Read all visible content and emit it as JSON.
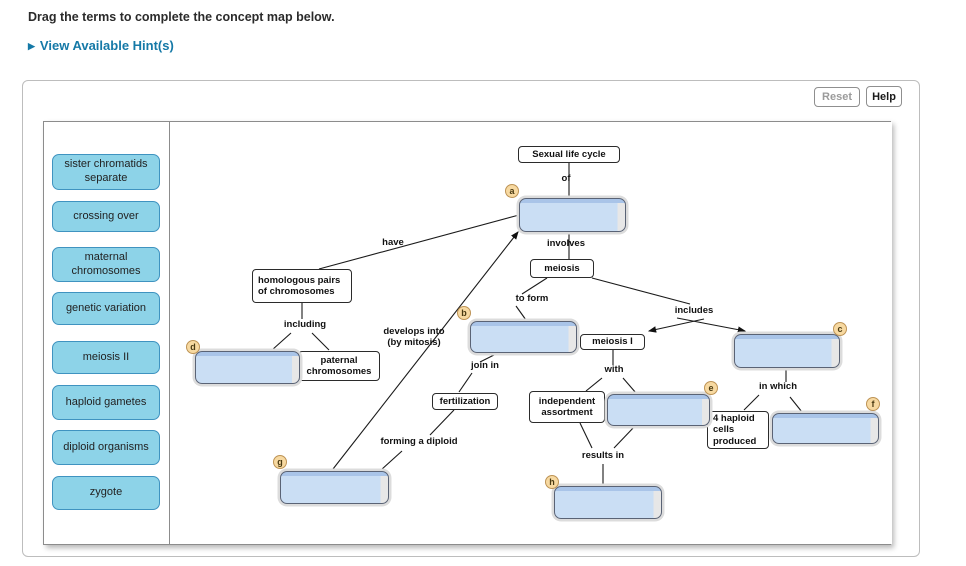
{
  "instruction": "Drag the terms to complete the concept map below.",
  "hint": {
    "arrow_icon": "▶",
    "label": "View Available Hint(s)"
  },
  "toolbar": {
    "reset_label": "Reset",
    "help_label": "Help"
  },
  "colors": {
    "hint_link": "#1579a7",
    "term_fill": "#8dd3e8",
    "term_border": "#3f93c0",
    "blank_fill": "#cadef4",
    "blank_band": "#a9c4e8",
    "badge_fill": "#f7d9a1"
  },
  "sidebar": {
    "terms": [
      "sister chromatids separate",
      "crossing over",
      "maternal chromosomes",
      "genetic variation",
      "meiosis II",
      "haploid gametes",
      "diploid organisms",
      "zygote"
    ]
  },
  "map": {
    "nodes": {
      "sexual_life_cycle": "Sexual life cycle",
      "meiosis": "meiosis",
      "homologous_pairs": "homologous pairs of chromosomes",
      "paternal_chromosomes": "paternal chromosomes",
      "meiosis_i": "meiosis I",
      "fertilization": "fertilization",
      "independent_assortment": "independent assortment",
      "four_haploid_cells": "4 haploid cells produced"
    },
    "labels": {
      "of": "of",
      "involves": "involves",
      "have": "have",
      "including": "including",
      "to_form": "to form",
      "develops_into": "develops into (by mitosis)",
      "includes": "includes",
      "join_in": "join in",
      "with": "with",
      "in_which": "in which",
      "forming_a_diploid": "forming a diploid",
      "results_in": "results in"
    },
    "blanks": [
      {
        "letter": "a"
      },
      {
        "letter": "b"
      },
      {
        "letter": "c"
      },
      {
        "letter": "d"
      },
      {
        "letter": "e"
      },
      {
        "letter": "f"
      },
      {
        "letter": "g"
      },
      {
        "letter": "h"
      }
    ]
  }
}
